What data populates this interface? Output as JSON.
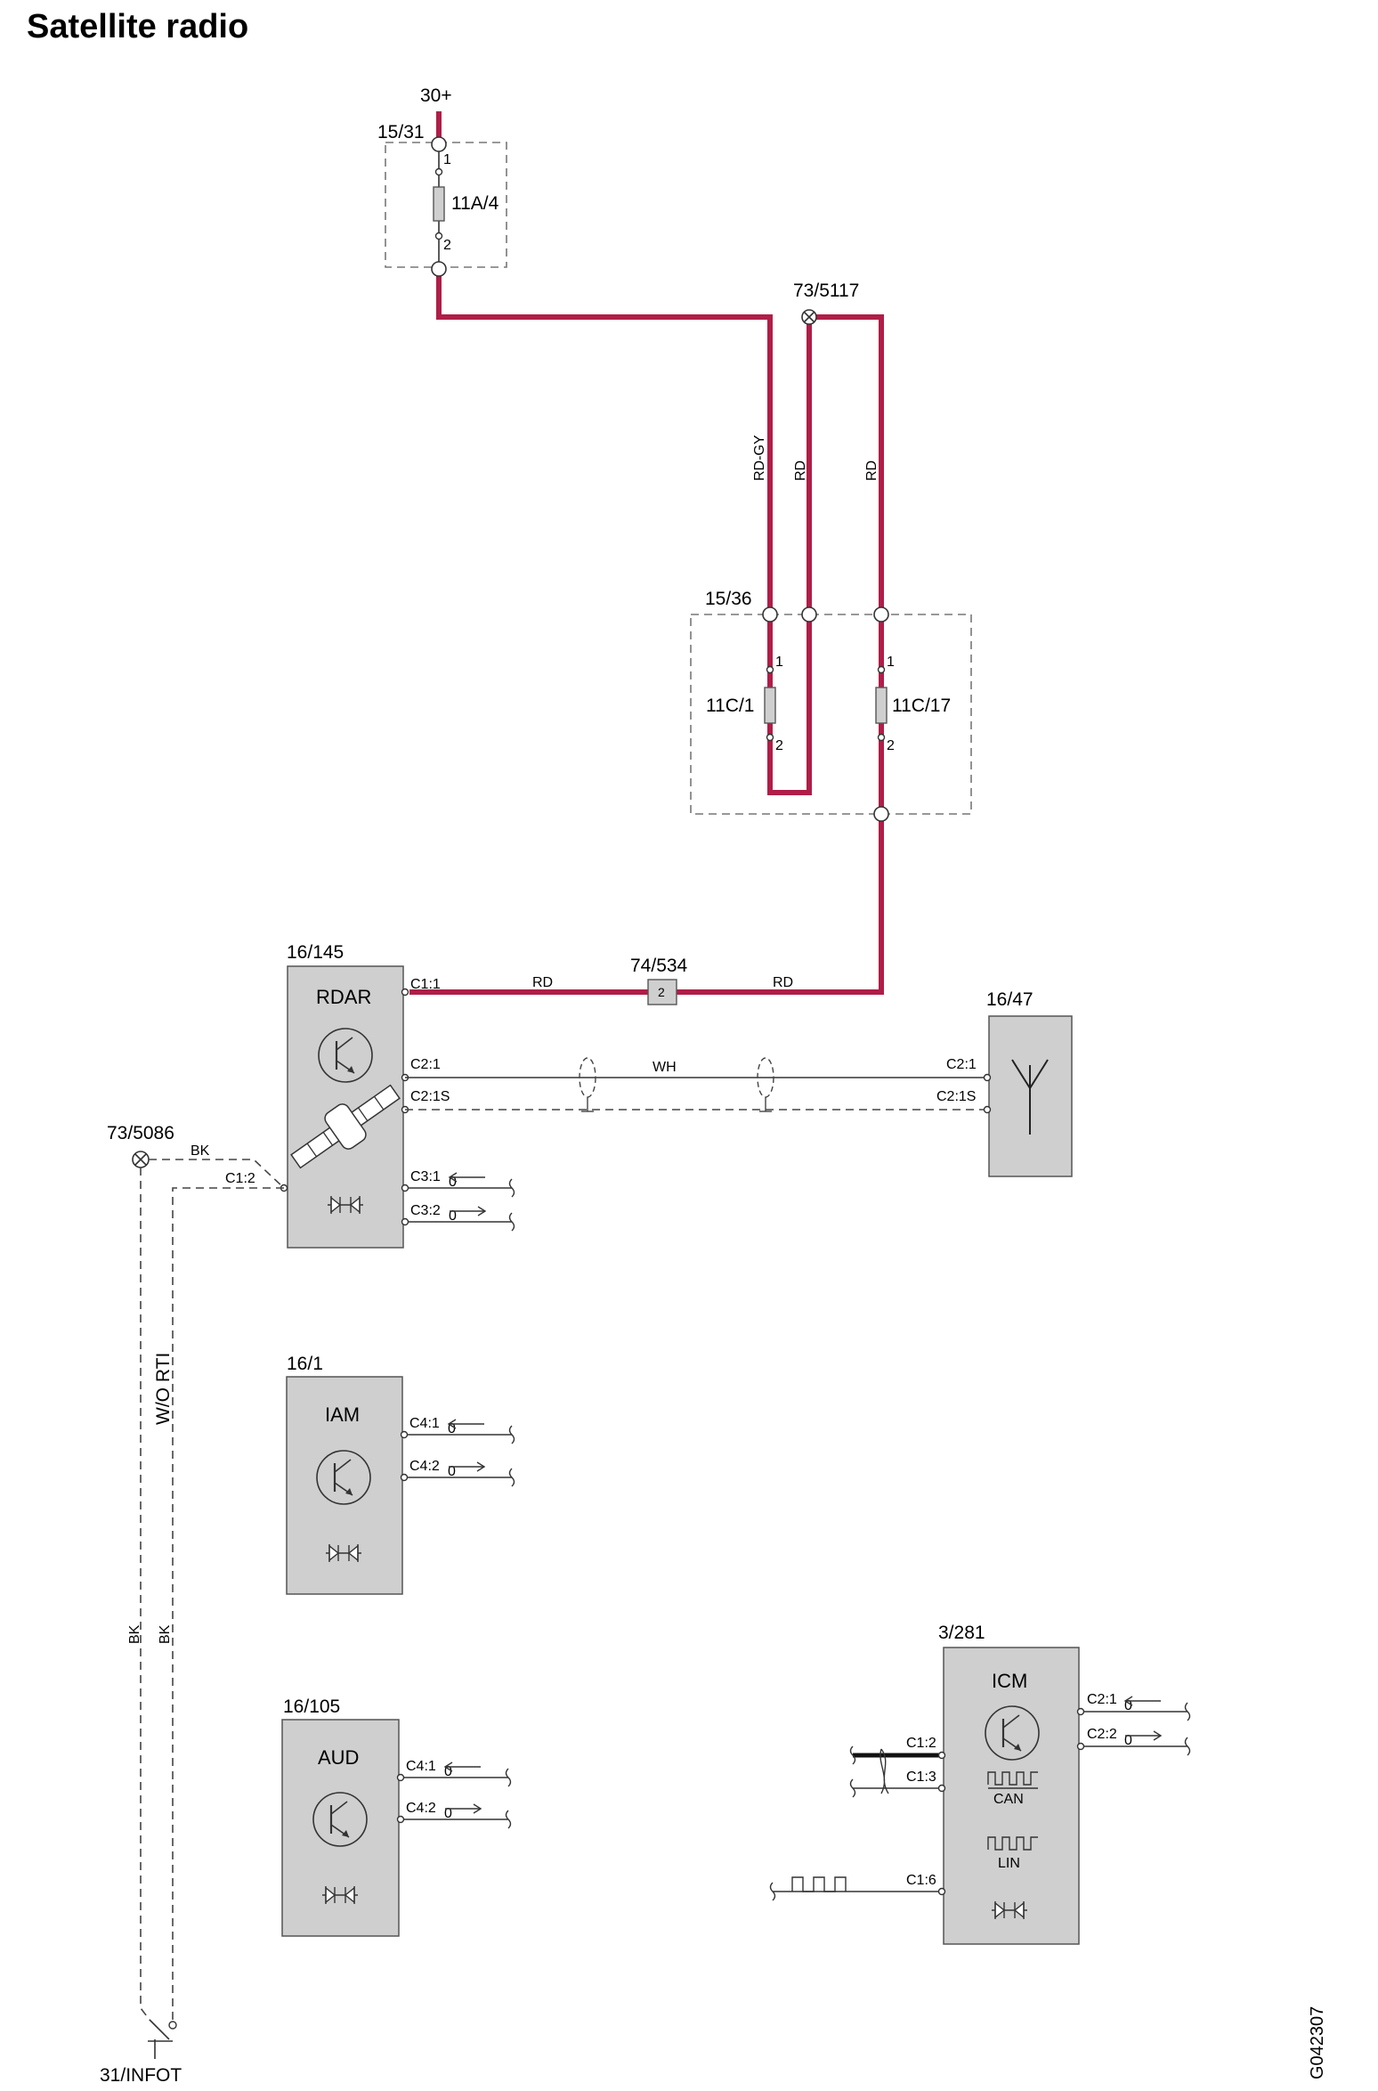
{
  "title": "Satellite radio",
  "drawing_id": "G042307",
  "supply": {
    "terminal": "30+",
    "main_fuse_box": "15/31",
    "main_fuse": "11A/4",
    "junction_top": "73/5117",
    "fuse_box_2": "15/36",
    "fuse_a": "11C/1",
    "fuse_b": "11C/17",
    "pin1": "1",
    "pin2": "2"
  },
  "wires": {
    "rd_gy": "RD-GY",
    "rd": "RD",
    "wh": "WH",
    "bk": "BK",
    "wo_rti": "W/O RTI"
  },
  "connector": {
    "id": "74/534",
    "pin": "2"
  },
  "ground": {
    "junction": "73/5086",
    "point": "31/INFOT"
  },
  "modules": {
    "rdar": {
      "ref": "16/145",
      "name": "RDAR",
      "pins": [
        "C1:1",
        "C2:1",
        "C2:1S",
        "C1:2",
        "C3:1",
        "C3:2"
      ]
    },
    "antenna": {
      "ref": "16/47",
      "pins": [
        "C2:1",
        "C2:1S"
      ]
    },
    "iam": {
      "ref": "16/1",
      "name": "IAM",
      "pins": [
        "C4:1",
        "C4:2"
      ]
    },
    "aud": {
      "ref": "16/105",
      "name": "AUD",
      "pins": [
        "C4:1",
        "C4:2"
      ]
    },
    "icm": {
      "ref": "3/281",
      "name": "ICM",
      "pins": [
        "C2:1",
        "C2:2",
        "C1:2",
        "C1:3",
        "C1:6"
      ],
      "bus_can": "CAN",
      "bus_lin": "LIN"
    }
  },
  "signal_zero": "0"
}
